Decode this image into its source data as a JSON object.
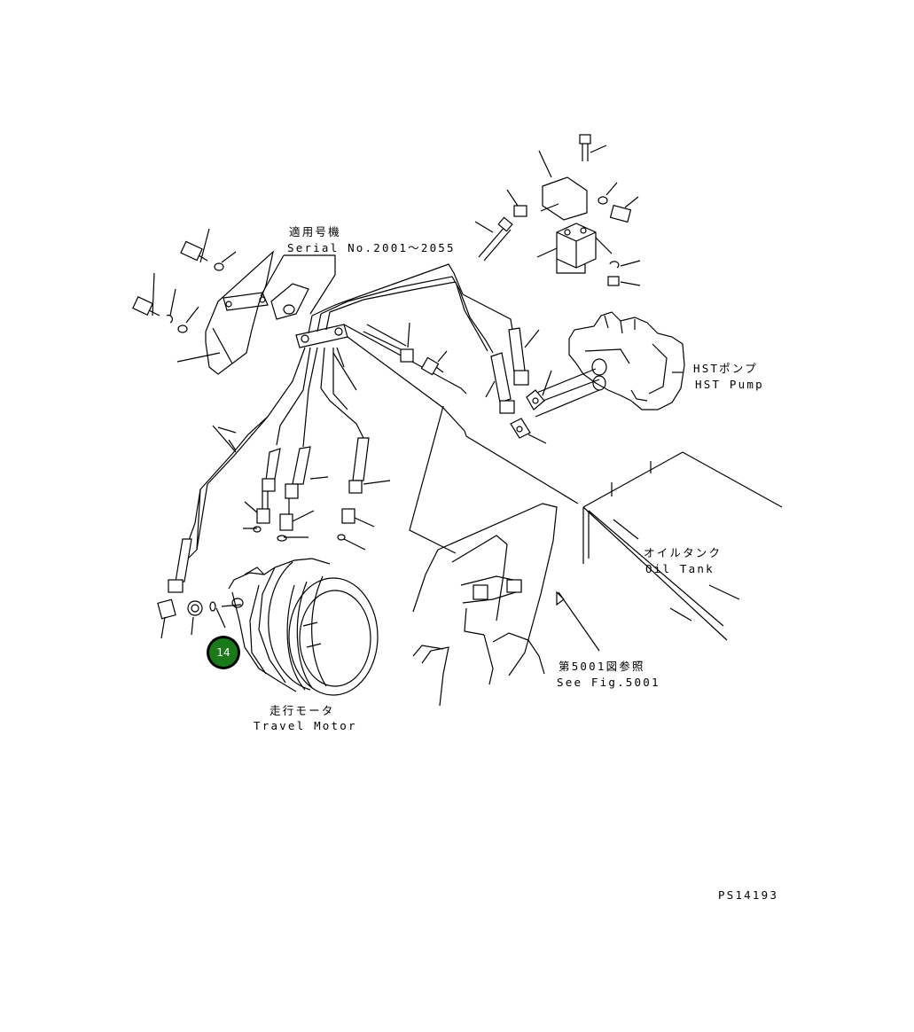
{
  "labels": {
    "serial_jp": "適用号機",
    "serial_en": "Serial No.2001～2055",
    "hst_pump_jp": "HSTポンプ",
    "hst_pump_en": "HST Pump",
    "oil_tank_jp": "オイルタンク",
    "oil_tank_en": "Oil Tank",
    "see_fig_jp": "第5001図参照",
    "see_fig_en": "See Fig.5001",
    "travel_motor_jp": "走行モータ",
    "travel_motor_en": "Travel Motor",
    "drawing_number": "PS14193"
  },
  "callouts": [
    {
      "number": "14",
      "color": "#1a7a1a"
    }
  ]
}
